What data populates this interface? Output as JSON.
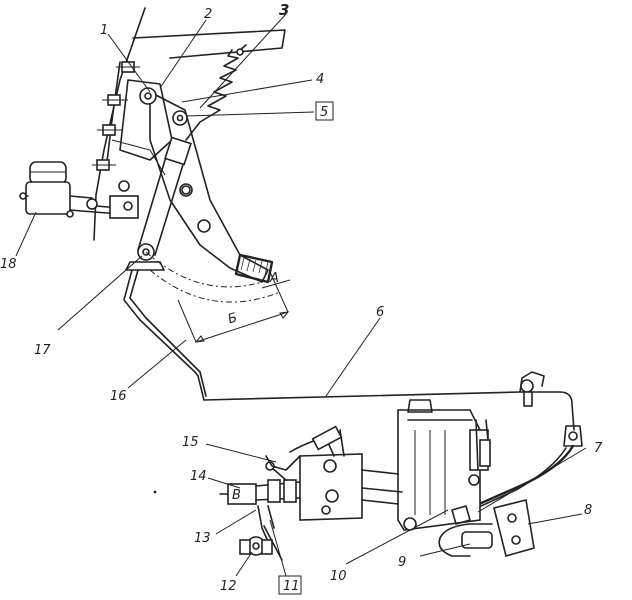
{
  "callouts": {
    "c1": "1",
    "c2": "2",
    "c3": "3",
    "c4": "4",
    "c5": "5",
    "c6": "6",
    "c7": "7",
    "c8": "8",
    "c9": "9",
    "c10": "10",
    "c11": "11",
    "c12": "12",
    "c13": "13",
    "c14": "14",
    "c15": "15",
    "c16": "16",
    "c17": "17",
    "c18": "18"
  },
  "dimensions": {
    "b": "Б",
    "a": "А",
    "v": "В"
  }
}
